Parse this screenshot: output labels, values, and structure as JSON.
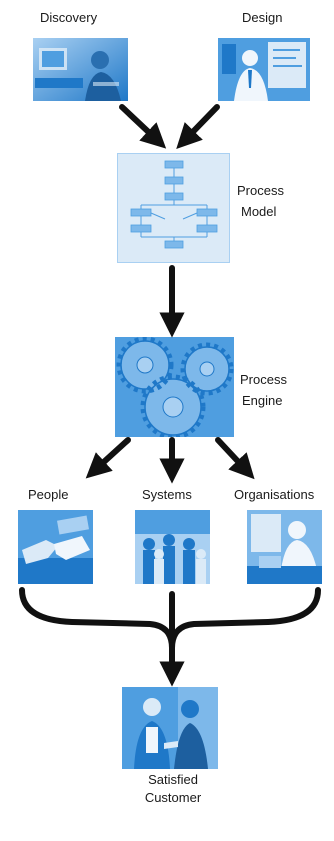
{
  "stages": {
    "discovery": {
      "label": "Discovery"
    },
    "design": {
      "label": "Design"
    },
    "process_model": {
      "line1": "Process",
      "line2": "Model"
    },
    "process_engine": {
      "line1": "Process",
      "line2": "Engine"
    },
    "people": {
      "label": "People"
    },
    "systems": {
      "label": "Systems"
    },
    "organisations": {
      "label": "Organisations"
    },
    "satisfied_customer": {
      "line1": "Satisfied",
      "line2": "Customer"
    }
  },
  "colors": {
    "tile_dark": "#1f78c8",
    "tile_mid": "#4f9ee0",
    "tile_light": "#a9d0f2",
    "tile_paper": "#dbeaf7",
    "arrow": "#111111"
  }
}
